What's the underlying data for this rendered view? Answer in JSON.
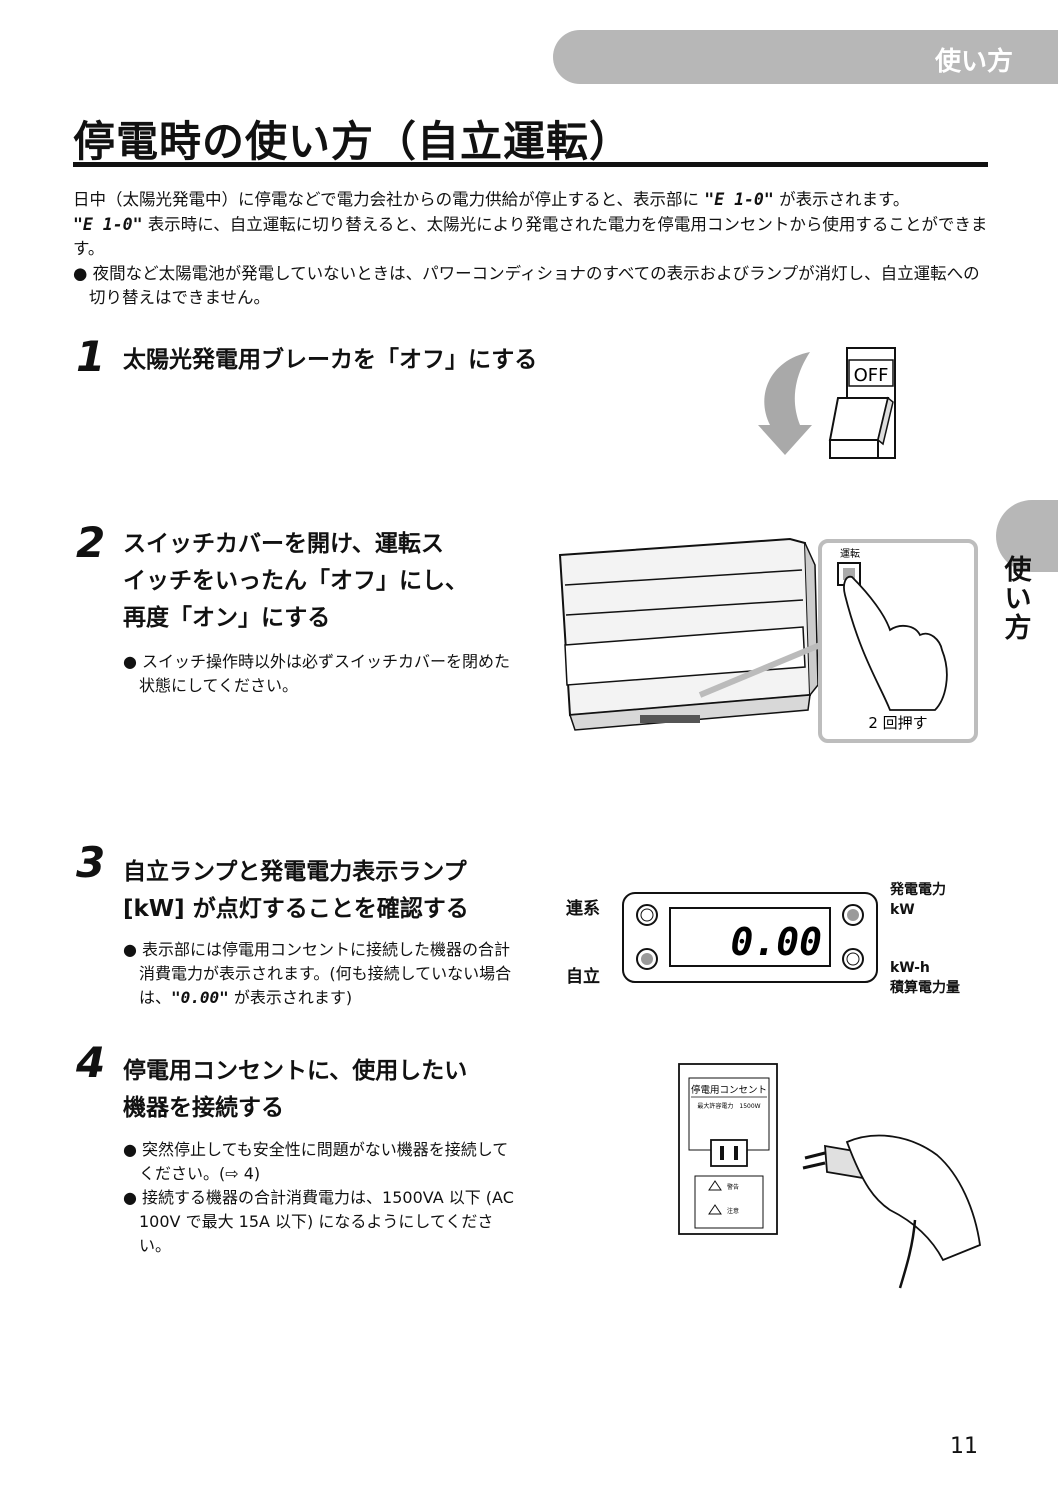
{
  "header": {
    "section": "使い方"
  },
  "page_title": "停電時の使い方（自立運転）",
  "intro": {
    "line1_before": "日中（太陽光発電中）に停電などで電力会社からの電力供給が停止すると、表示部に",
    "line1_code": "\"E 1-0\"",
    "line1_after": "が表示されます。",
    "line2_code": "\"E 1-0\"",
    "line2_after": "表示時に、自立運転に切り替えると、太陽光により発電された電力を停電用コンセントから使用することができます。",
    "bullet": "● 夜間など太陽電池が発電していないときは、パワーコンディショナのすべての表示およびランプが消灯し、自立運転への切り替えはできません。"
  },
  "side_tab": {
    "text": "使い方"
  },
  "steps": [
    {
      "number": "1",
      "title": "太陽光発電用ブレーカを「オフ」にする"
    },
    {
      "number": "2",
      "title_line1": "スイッチカバーを開け、運転ス",
      "title_line2": "イッチをいったん「オフ」にし、",
      "title_line3": "再度「オン」にする",
      "note": "● スイッチ操作時以外は必ずスイッチカバーを閉めた状態にしてください。"
    },
    {
      "number": "3",
      "title_line1": "自立ランプと発電電力表示ランプ",
      "title_line2": "[kW] が点灯することを確認する",
      "note_before": "● 表示部には停電用コンセントに接続した機器の合計消費電力が表示されます。(何も接続していない場合は、",
      "note_code": "\"0.00\"",
      "note_after": "が表示されます)"
    },
    {
      "number": "4",
      "title_line1": "停電用コンセントに、使用したい",
      "title_line2": "機器を接続する",
      "note1": "● 突然停止しても安全性に問題がない機器を接続してください。(⇨ 4)",
      "note2": "● 接続する機器の合計消費電力は、1500VA 以下 (AC 100V で最大 15A 以下) になるようにしてください。"
    }
  ],
  "figures": {
    "breaker": {
      "label": "OFF"
    },
    "switch": {
      "label": "運転",
      "caption": "2 回押す"
    },
    "display": {
      "left_top": "連系",
      "left_bottom": "自立",
      "right_top_1": "発電電力",
      "right_top_2": "kW",
      "right_bottom_1": "kW-h",
      "right_bottom_2": "積算電力量",
      "value": "0.00"
    },
    "outlet": {
      "title": "停電用コンセント",
      "spec": "最大許容電力　1500W",
      "warning": "警告",
      "caution": "注意"
    }
  },
  "page_number": "11"
}
